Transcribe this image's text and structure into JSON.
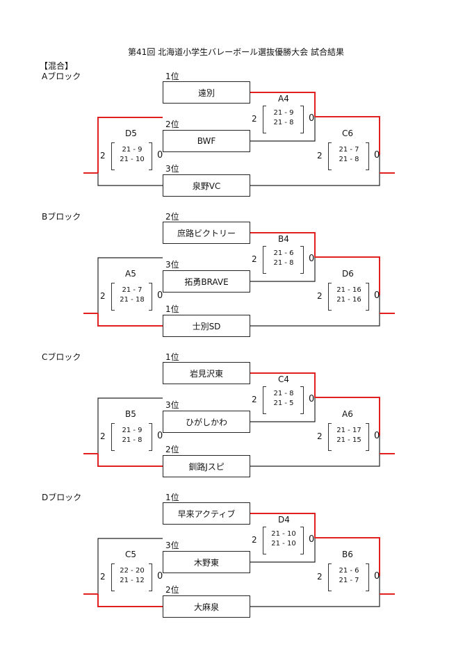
{
  "title": "第41回 北海道小学生バレーボール選抜優勝大会 試合結果",
  "category": "【混合】",
  "colors": {
    "winner_line": "#e02020",
    "line": "#222222"
  },
  "blocks": [
    {
      "label": "Aブロック",
      "teams": [
        {
          "rank": "1位",
          "name": "遠別"
        },
        {
          "rank": "2位",
          "name": "BWF"
        },
        {
          "rank": "3位",
          "name": "泉野VC"
        }
      ],
      "inner": {
        "label": "A4",
        "won": "2",
        "lost": "0",
        "s1": "21 - 9",
        "s2": "21 - 8"
      },
      "left": {
        "label": "D5",
        "won": "2",
        "lost": "0",
        "s1": "21 - 9",
        "s2": "21 - 10"
      },
      "right": {
        "label": "C6",
        "won": "2",
        "lost": "0",
        "s1": "21 - 7",
        "s2": "21 - 8"
      },
      "left_winner": "top"
    },
    {
      "label": "Bブロック",
      "teams": [
        {
          "rank": "2位",
          "name": "庶路ビクトリー"
        },
        {
          "rank": "3位",
          "name": "拓勇BRAVE"
        },
        {
          "rank": "1位",
          "name": "士別SD"
        }
      ],
      "inner": {
        "label": "B4",
        "won": "2",
        "lost": "0",
        "s1": "21 - 6",
        "s2": "21 - 8"
      },
      "left": {
        "label": "A5",
        "won": "2",
        "lost": "0",
        "s1": "21 - 7",
        "s2": "21 - 18"
      },
      "right": {
        "label": "D6",
        "won": "2",
        "lost": "0",
        "s1": "21 - 16",
        "s2": "21 - 16"
      },
      "left_winner": "bottom"
    },
    {
      "label": "Cブロック",
      "teams": [
        {
          "rank": "1位",
          "name": "岩見沢東"
        },
        {
          "rank": "3位",
          "name": "ひがしかわ"
        },
        {
          "rank": "2位",
          "name": "釧路Jスピ"
        }
      ],
      "inner": {
        "label": "C4",
        "won": "2",
        "lost": "0",
        "s1": "21 - 8",
        "s2": "21 - 5"
      },
      "left": {
        "label": "B5",
        "won": "2",
        "lost": "0",
        "s1": "21 - 9",
        "s2": "21 - 8"
      },
      "right": {
        "label": "A6",
        "won": "2",
        "lost": "0",
        "s1": "21 - 17",
        "s2": "21 - 15"
      },
      "left_winner": "bottom"
    },
    {
      "label": "Dブロック",
      "teams": [
        {
          "rank": "1位",
          "name": "早来アクティブ"
        },
        {
          "rank": "3位",
          "name": "木野東"
        },
        {
          "rank": "2位",
          "name": "大麻泉"
        }
      ],
      "inner": {
        "label": "D4",
        "won": "2",
        "lost": "0",
        "s1": "21 - 10",
        "s2": "21 - 10"
      },
      "left": {
        "label": "C5",
        "won": "2",
        "lost": "0",
        "s1": "22 - 20",
        "s2": "21 - 12"
      },
      "right": {
        "label": "B6",
        "won": "2",
        "lost": "0",
        "s1": "21 - 6",
        "s2": "21 - 7"
      },
      "left_winner": "bottom"
    }
  ]
}
